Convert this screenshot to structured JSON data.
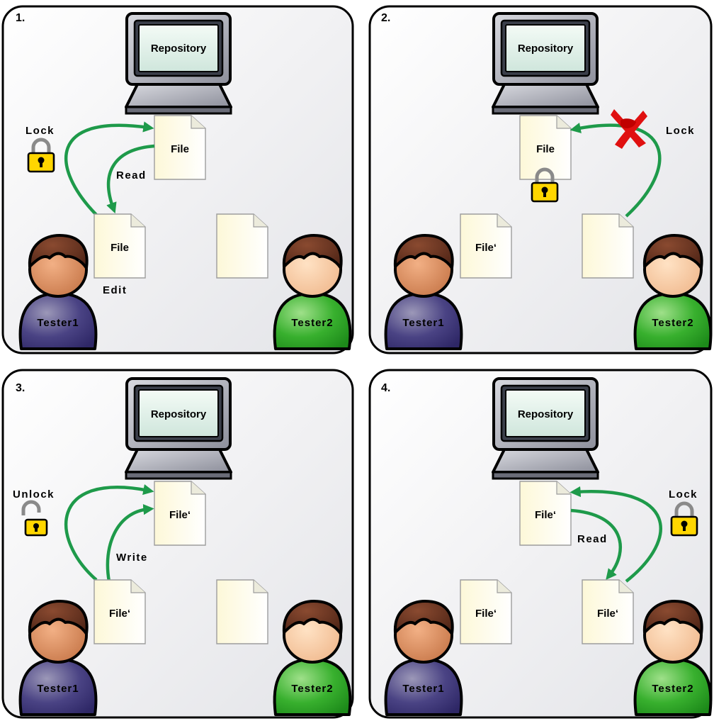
{
  "colors": {
    "arrow": "#1e9a4a",
    "lock_gold": "#ffd600",
    "cross": "#e01010",
    "tester1_body": "#3e3777",
    "tester2_body": "#2aa025",
    "face": "#d88a63",
    "hair": "#5a2e1e"
  },
  "panels": [
    {
      "number": "1.",
      "repository_label": "Repository",
      "tester1_label": "Tester1",
      "tester2_label": "Tester2",
      "server_file_label": "File",
      "tester1_file_label": "File",
      "tester2_file_label": "",
      "labels": {
        "lock": "Lock",
        "read": "Read",
        "edit": "Edit"
      }
    },
    {
      "number": "2.",
      "repository_label": "Repository",
      "tester1_label": "Tester1",
      "tester2_label": "Tester2",
      "server_file_label": "File",
      "tester1_file_label": "File‘",
      "tester2_file_label": "",
      "labels": {
        "lock": "Lock"
      }
    },
    {
      "number": "3.",
      "repository_label": "Repository",
      "tester1_label": "Tester1",
      "tester2_label": "Tester2",
      "server_file_label": "File‘",
      "tester1_file_label": "File‘",
      "tester2_file_label": "",
      "labels": {
        "unlock": "Unlock",
        "write": "Write"
      }
    },
    {
      "number": "4.",
      "repository_label": "Repository",
      "tester1_label": "Tester1",
      "tester2_label": "Tester2",
      "server_file_label": "File‘",
      "tester1_file_label": "File‘",
      "tester2_file_label": "File‘",
      "labels": {
        "lock": "Lock",
        "read": "Read"
      }
    }
  ]
}
